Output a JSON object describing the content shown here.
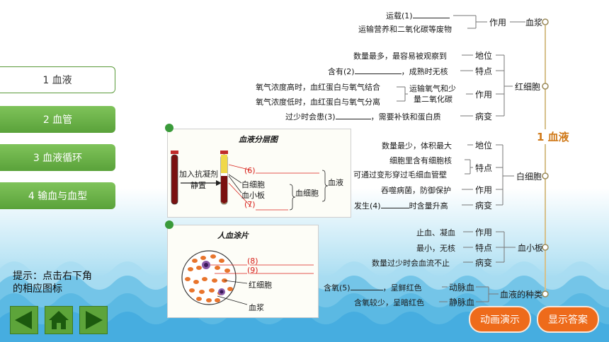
{
  "nav": {
    "items": [
      {
        "label": "1 血液"
      },
      {
        "label": "2 血管"
      },
      {
        "label": "3 血液循环"
      },
      {
        "label": "4 输血与血型"
      }
    ]
  },
  "hint": {
    "line1": "提示：点击右下角",
    "line2": "的相应图标"
  },
  "buttons": {
    "animation": "动画演示",
    "answers": "显示答案"
  },
  "center": {
    "title": "1 血液"
  },
  "plasma": {
    "rows": [
      "运载(1)",
      "运输营养和二氧化碳等废物"
    ],
    "func": "作用",
    "node": "血浆"
  },
  "rbc": {
    "rows": {
      "r1": "数量最多，最容易被观察到",
      "r2a": "含有(2)",
      "r2b": "，成熟时无核",
      "r3": "氧气浓度高时，血红蛋白与氧气结合",
      "r4": "氧气浓度低时，血红蛋白与氧气分离",
      "r5a": "过少时会患(3)",
      "r5b": "，需要补铁和蛋白质"
    },
    "transport": [
      "运输氧气和少",
      "量二氧化碳"
    ],
    "labels": {
      "position": "地位",
      "feature": "特点",
      "func": "作用",
      "disease": "病变"
    },
    "node": "红细胞"
  },
  "wbc": {
    "rows": {
      "r1": "数量最少，体积最大",
      "r2": "细胞里含有细胞核",
      "r3": "可通过变形穿过毛细血管壁",
      "r4": "吞噬病菌，防御保护",
      "r5a": "发生(4)",
      "r5b": "时含量升高"
    },
    "labels": {
      "position": "地位",
      "feature": "特点",
      "func": "作用",
      "disease": "病变"
    },
    "node": "白细胞"
  },
  "platelet": {
    "rows": {
      "r1": "止血、凝血",
      "r2": "最小，无核",
      "r3": "数量过少时会血流不止"
    },
    "labels": {
      "func": "作用",
      "feature": "特点",
      "disease": "病变"
    },
    "node": "血小板"
  },
  "types": {
    "rows": {
      "r1a": "含氧(5)",
      "r1b": "，呈鲜红色",
      "r2": "含氧较少，呈暗红色"
    },
    "arterial": "动脉血",
    "venous": "静脉血",
    "node": "血液的种类"
  },
  "panel1": {
    "title": "血液分层图",
    "reagent": [
      "加入抗凝剂",
      "静置"
    ],
    "items": {
      "n6": "(6)",
      "wbc": "白细胞",
      "plt": "血小板",
      "n7": "(7)",
      "cells": "血细胞",
      "blood": "血液"
    }
  },
  "panel2": {
    "title": "人血涂片",
    "items": {
      "n8": "(8)",
      "n9": "(9)",
      "rbc": "红细胞",
      "plasma": "血浆"
    }
  },
  "colors": {
    "accent": "#d07a1a",
    "nav_green": "#5aa23a",
    "button_orange": "#ee6b1b",
    "red_label": "#d8201a"
  }
}
